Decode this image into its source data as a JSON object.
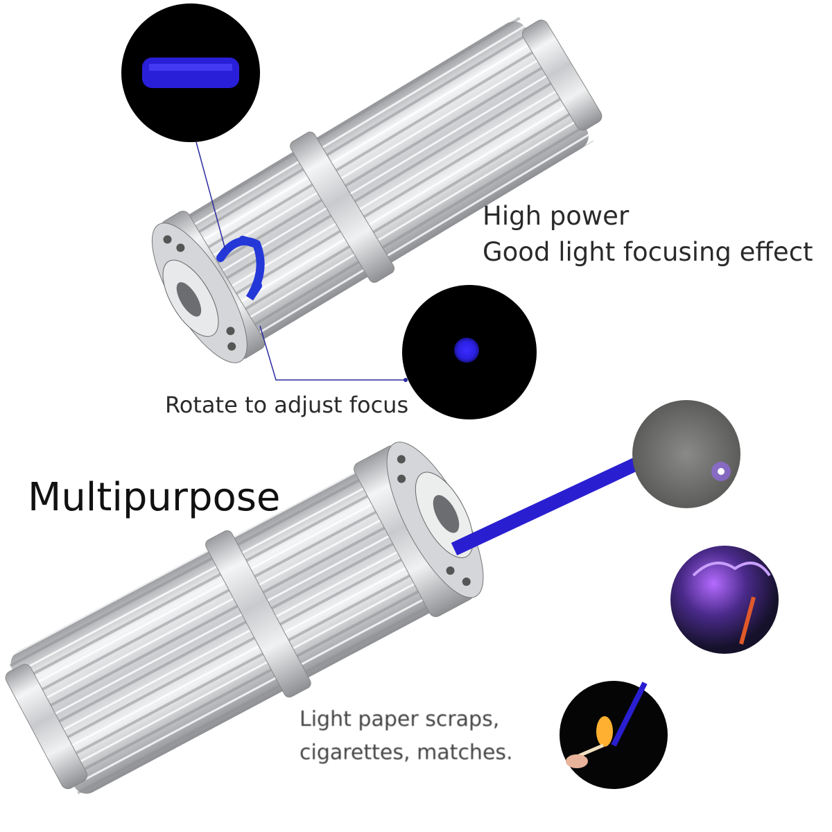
{
  "captions": {
    "feature_title": "High power",
    "feature_subtitle": "Good light focusing effect",
    "focus_caption": "Rotate to adjust focus",
    "section_title": "Multipurpose",
    "uses_line1": "Light paper scraps,",
    "uses_line2": "cigarettes, matches."
  },
  "colors": {
    "beam": "#2a1fd0",
    "body": "#d9dadc",
    "background": "#ffffff"
  }
}
